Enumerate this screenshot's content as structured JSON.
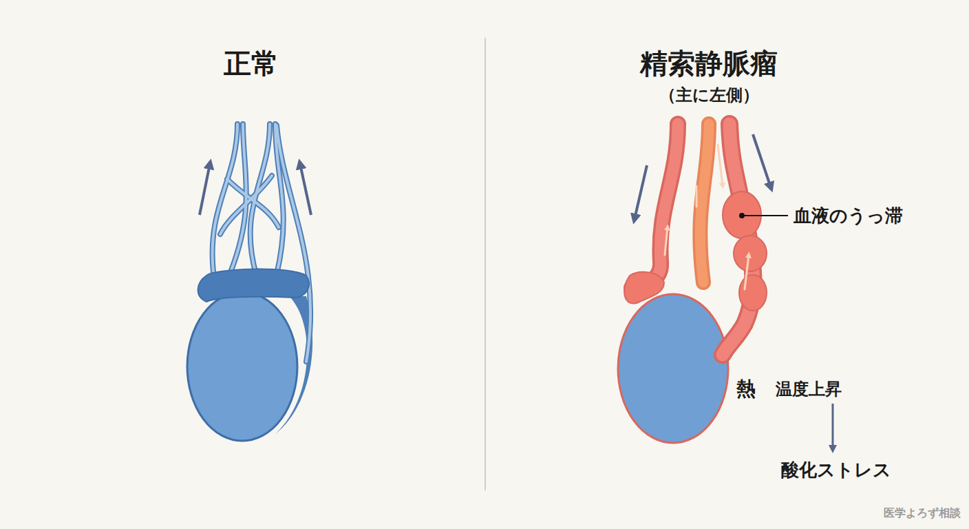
{
  "diagram": {
    "labels": [
      "正常",
      "精索静脈瘤",
      "（主に左側）",
      "血液のうっ滞",
      "熱",
      "温度上昇",
      "酸化ストレス",
      "医学よろず相談"
    ]
  }
}
